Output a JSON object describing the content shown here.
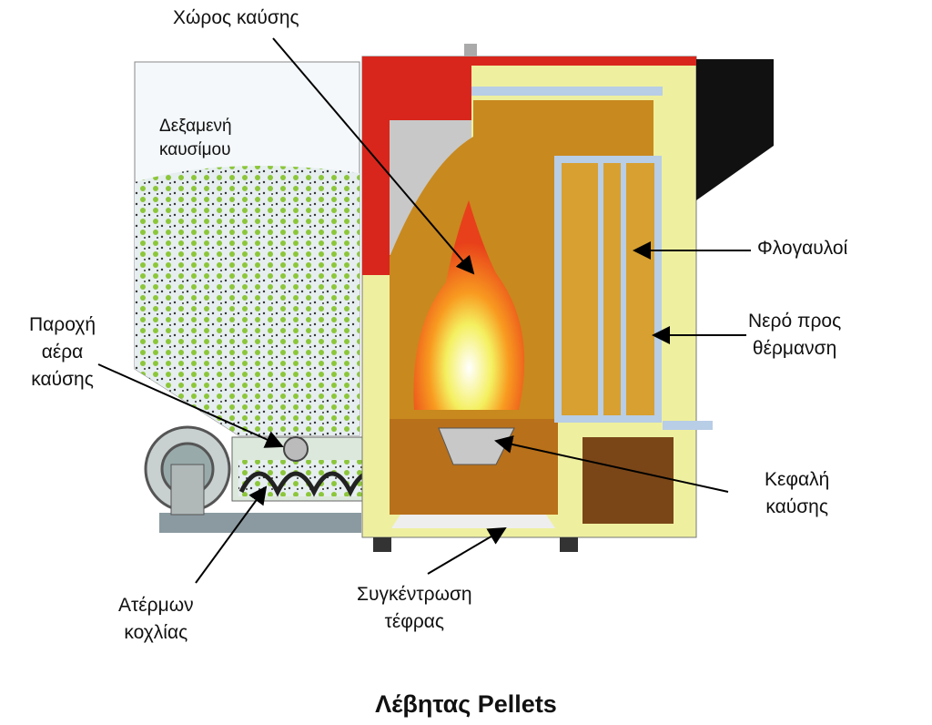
{
  "labels": {
    "combustion_chamber": "Χώρος καύσης",
    "fuel_tank_1": "Δεξαμενή",
    "fuel_tank_2": "καυσίμου",
    "flue_tubes": "Φλογαυλοί",
    "heating_water_1": "Νερό προς",
    "heating_water_2": "θέρμανση",
    "air_supply_1": "Παροχή",
    "air_supply_2": "αέρα",
    "air_supply_3": "καύσης",
    "burner_head_1": "Κεφαλή",
    "burner_head_2": "καύσης",
    "auger_1": "Ατέρμων",
    "auger_2": "κοχλίας",
    "ash_1": "Συγκέντρωση",
    "ash_2": "τέφρας"
  },
  "title": "Λέβητας Pellets",
  "colors": {
    "red": "#d8261c",
    "wood": "#c8891e",
    "insulation": "#eef0a0",
    "water": "#b8cde6",
    "flame": "#f05a1e",
    "black": "#111111"
  }
}
